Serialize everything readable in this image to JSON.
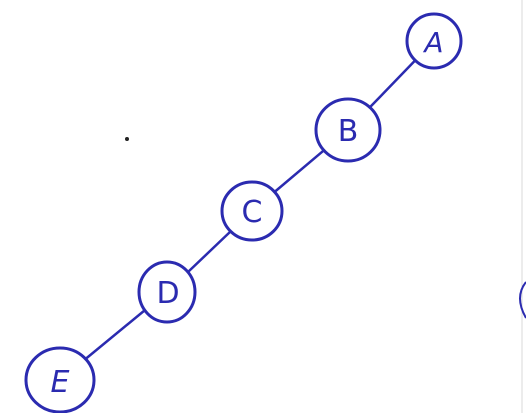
{
  "diagram": {
    "ink_color": "#2b2bb0",
    "nodes": [
      {
        "id": "A",
        "label": "A"
      },
      {
        "id": "B",
        "label": "B"
      },
      {
        "id": "C",
        "label": "C"
      },
      {
        "id": "D",
        "label": "D"
      },
      {
        "id": "E",
        "label": "E"
      }
    ],
    "edges": [
      {
        "from": "A",
        "to": "B"
      },
      {
        "from": "B",
        "to": "C"
      },
      {
        "from": "C",
        "to": "D"
      },
      {
        "from": "D",
        "to": "E"
      }
    ]
  }
}
